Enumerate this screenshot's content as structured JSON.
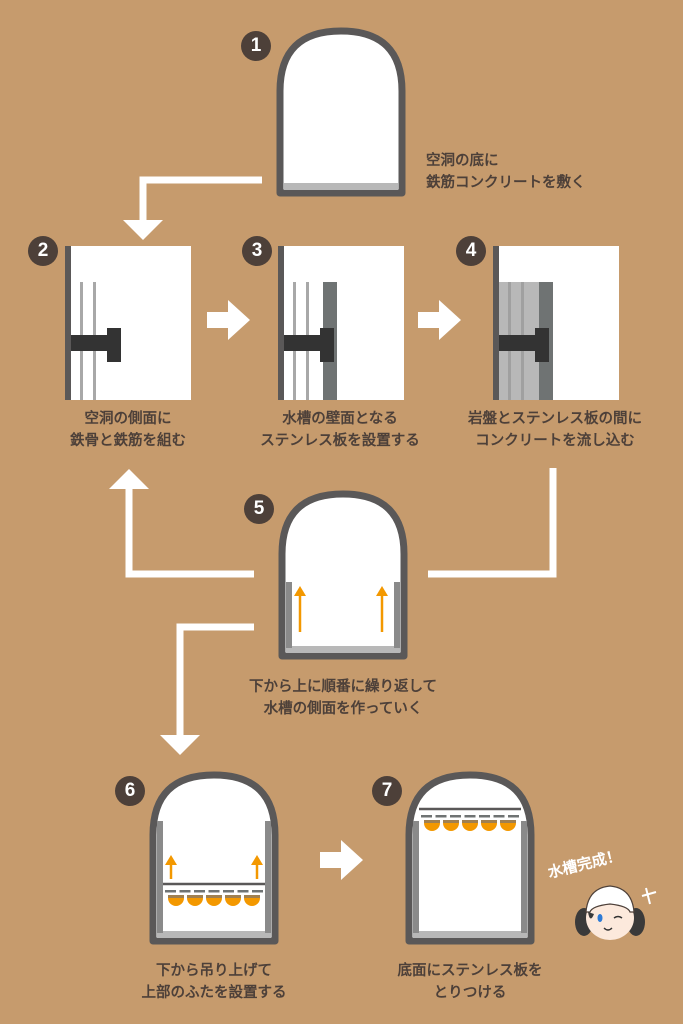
{
  "title": "水槽の建設手順",
  "colors": {
    "background": "#c69b6d",
    "badge": "#4d4039",
    "caption": "#4d4039",
    "rock_wall": "#5a5858",
    "steel_frame": "#333333",
    "rebar": "#a8a8a8",
    "stainless": "#6f7373",
    "concrete": "#b8b8b8",
    "lift_arrow": "#f39800",
    "flow_arrow": "#ffffff"
  },
  "steps": [
    {
      "number": "1",
      "caption": [
        "空洞の底に",
        "鉄筋コンクリートを敷く"
      ]
    },
    {
      "number": "2",
      "caption": [
        "空洞の側面に",
        "鉄骨と鉄筋を組む"
      ]
    },
    {
      "number": "3",
      "caption": [
        "水槽の壁面となる",
        "ステンレス板を設置する"
      ]
    },
    {
      "number": "4",
      "caption": [
        "岩盤とステンレス板の間に",
        "コンクリートを流し込む"
      ]
    },
    {
      "number": "5",
      "caption": [
        "下から上に順番に繰り返して",
        "水槽の側面を作っていく"
      ]
    },
    {
      "number": "6",
      "caption": [
        "下から吊り上げて",
        "上部のふたを設置する"
      ]
    },
    {
      "number": "7",
      "caption": [
        "底面にステンレス板を",
        "とりつける"
      ]
    }
  ],
  "mascot": {
    "exclamation": "水槽完成！"
  }
}
